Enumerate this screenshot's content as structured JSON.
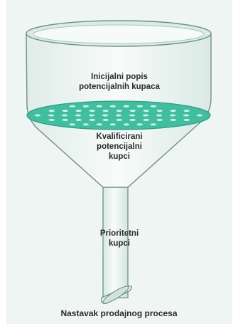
{
  "diagram": {
    "stages": [
      {
        "line1": "Inicijalni popis",
        "line2": "potencijalnih kupaca"
      },
      {
        "line1": "Kvalificirani",
        "line2": "potencijalni",
        "line3": "kupci"
      },
      {
        "line1": "Prioritetni",
        "line2": "kupci"
      }
    ],
    "outcome": "Nastavak prodajnog procesa"
  },
  "colors": {
    "background_panel": "#eef5f3",
    "funnel_body": "#f2f7f5",
    "funnel_rim": "#cfe5df",
    "funnel_outline": "#6f8f88",
    "filter_fill": "#3fbf9f",
    "filter_holes": "#d5f0e8",
    "text": "#2b2b2b"
  }
}
